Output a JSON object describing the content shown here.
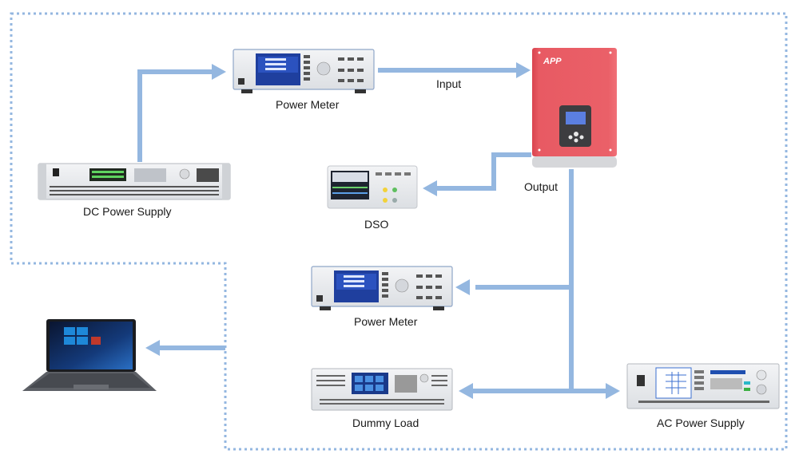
{
  "diagram": {
    "colors": {
      "connector": "#94b7e0",
      "boundary": "#94b7e0",
      "inverter_body": "#e85a63",
      "panel_gray": "#e9ebee",
      "screen_blue": "#1f3f9e",
      "text": "#1a1a1a"
    },
    "nodes": [
      {
        "id": "power-meter-input",
        "label": "Power Meter",
        "icon": "power-meter-icon"
      },
      {
        "id": "inverter",
        "label": "",
        "icon": "inverter-icon",
        "brand": "APP"
      },
      {
        "id": "dc-power-supply",
        "label": "DC Power Supply",
        "icon": "dc-power-supply-icon"
      },
      {
        "id": "dso",
        "label": "DSO",
        "icon": "oscilloscope-icon"
      },
      {
        "id": "power-meter-output",
        "label": "Power Meter",
        "icon": "power-meter-icon"
      },
      {
        "id": "laptop",
        "label": "",
        "icon": "laptop-icon"
      },
      {
        "id": "dummy-load",
        "label": "Dummy Load",
        "icon": "electronic-load-icon"
      },
      {
        "id": "ac-power-supply",
        "label": "AC Power Supply",
        "icon": "ac-power-supply-icon"
      }
    ],
    "edge_labels": {
      "input": "Input",
      "output": "Output"
    },
    "edges": [
      {
        "from": "dc-power-supply",
        "to": "power-meter-input",
        "label": ""
      },
      {
        "from": "power-meter-input",
        "to": "inverter",
        "label": "Input"
      },
      {
        "from": "inverter",
        "to": "dso",
        "label": ""
      },
      {
        "from": "inverter",
        "to": "power-meter-output",
        "label": "Output"
      },
      {
        "from": "inverter",
        "to": "dummy-load",
        "label": "Output"
      },
      {
        "from": "inverter",
        "to": "ac-power-supply",
        "label": "Output"
      },
      {
        "from": "test-system",
        "to": "laptop",
        "label": ""
      }
    ],
    "boundary": {
      "style": "dotted",
      "name": "test-system-boundary"
    }
  }
}
